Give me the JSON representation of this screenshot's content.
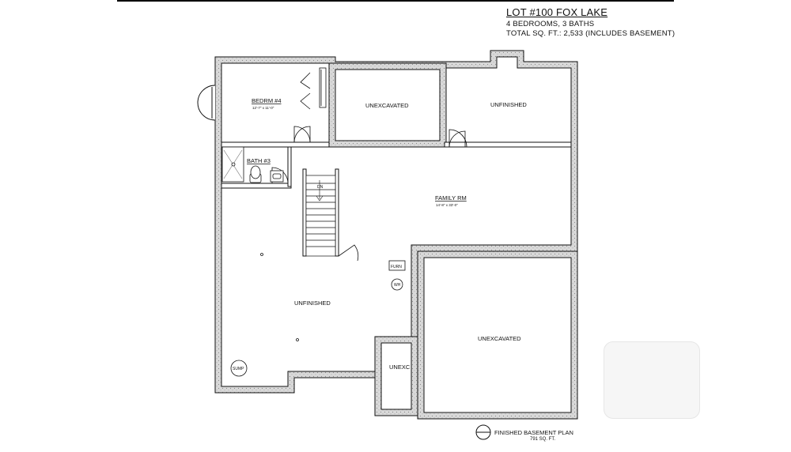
{
  "title_block": {
    "lot": "LOT #100 FOX LAKE",
    "bedrooms_baths": "4 BEDROOMS, 3 BATHS",
    "total_sqft": "TOTAL SQ. FT.: 2,533 (INCLUDES BASEMENT)"
  },
  "rooms": {
    "bedroom": {
      "name": "BEDRM #4",
      "dims": "12'-7\" x 11'-0\""
    },
    "unexcavated_top": "UNEXCAVATED",
    "unfinished_top": "UNFINISHED",
    "bath": "BATH #3",
    "family": {
      "name": "FAMILY RM",
      "dims": "14'-8\" x 33'-0\""
    },
    "unfinished_main": "UNFINISHED",
    "unexcavated_right": "UNEXCAVATED",
    "unexc_small": "UNEXC"
  },
  "equipment": {
    "furnace": "FURN",
    "water_heater": "WH",
    "sump": "SUMP",
    "stair_note": "DN"
  },
  "footer": {
    "plan_title": "FINISHED BASEMENT PLAN",
    "plan_sqft": "791 SQ. FT."
  },
  "colors": {
    "wall_fill": "#d9d9d9",
    "line": "#111111",
    "background": "#ffffff"
  }
}
